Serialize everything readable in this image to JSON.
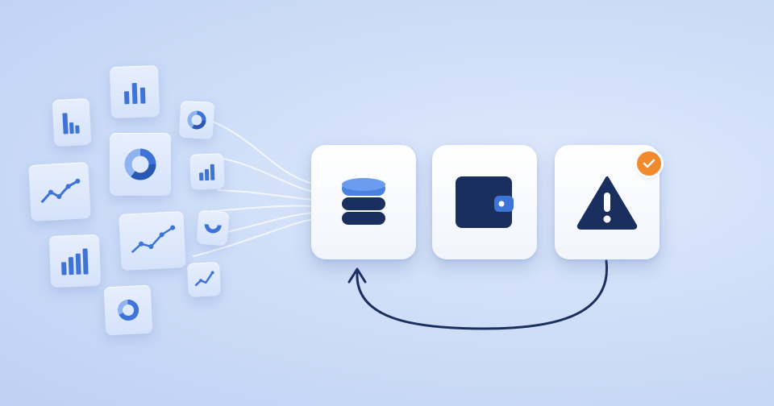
{
  "diagram": {
    "steps": [
      {
        "name": "database",
        "icon": "database-icon"
      },
      {
        "name": "wallet",
        "icon": "wallet-icon"
      },
      {
        "name": "alert",
        "icon": "warning-icon",
        "badge": "checkmark-badge-icon"
      }
    ],
    "loop": {
      "from": "alert",
      "to": "database"
    },
    "source_cards": [
      "bar-chart-icon",
      "bar-chart-icon",
      "donut-chart-icon",
      "donut-chart-icon",
      "bar-chart-icon",
      "line-chart-icon",
      "line-chart-icon",
      "bar-chart-icon",
      "line-chart-icon",
      "donut-chart-icon",
      "line-chart-icon"
    ]
  },
  "colors": {
    "navy": "#1b2f5e",
    "accent_blue": "#3e73d8",
    "light_blue": "#8fb3ee",
    "badge_orange": "#f08a2c",
    "tile_white": "#ffffff"
  }
}
